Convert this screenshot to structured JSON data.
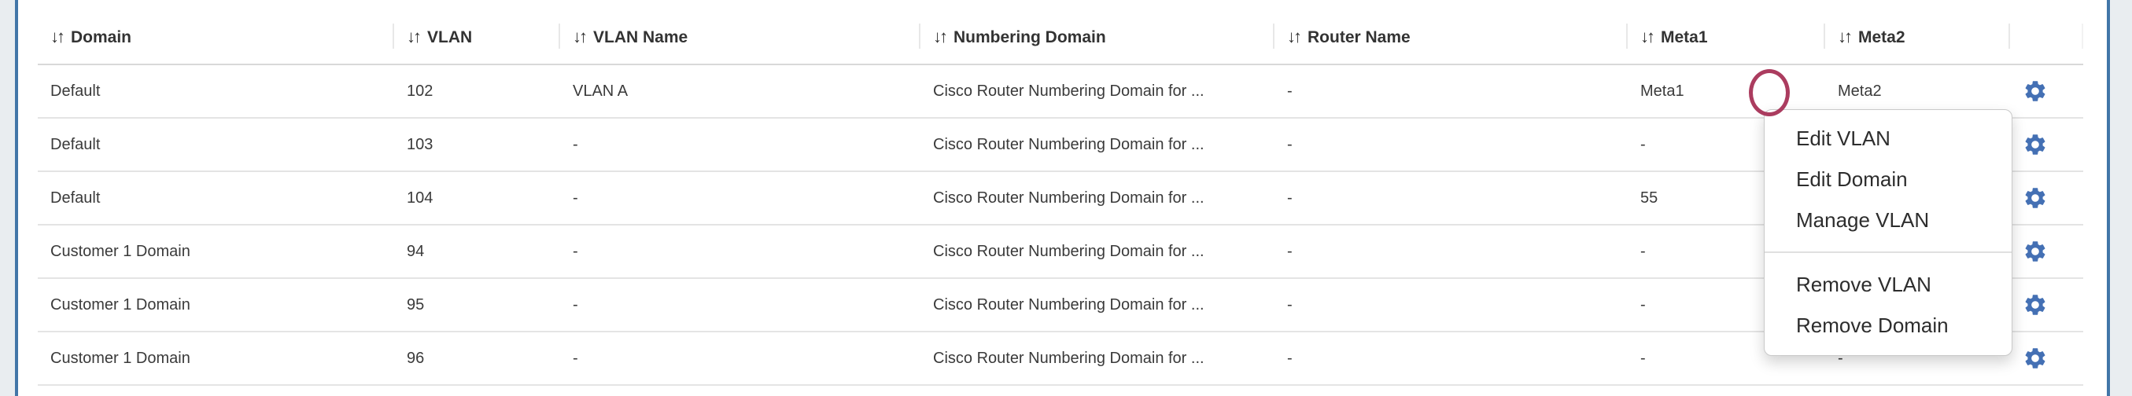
{
  "icons": {
    "sort": "↓↑",
    "gear": "gear-icon"
  },
  "colors": {
    "gear_blue": "#4470b4",
    "panel_border_blue": "#4276a8",
    "annotation_circle_red": "#ab3c5f",
    "header_text": "#333333",
    "row_separator": "#e4e4e4"
  },
  "table": {
    "columns": [
      {
        "label": "Domain"
      },
      {
        "label": "VLAN"
      },
      {
        "label": "VLAN Name"
      },
      {
        "label": "Numbering Domain"
      },
      {
        "label": "Router Name"
      },
      {
        "label": "Meta1"
      },
      {
        "label": "Meta2"
      },
      {
        "label": ""
      }
    ],
    "rows": [
      {
        "domain": "Default",
        "vlan": "102",
        "vlan_name": "VLAN A",
        "numbering_domain": "Cisco Router Numbering Domain for ...",
        "router_name": "-",
        "meta1": "Meta1",
        "meta2": "Meta2"
      },
      {
        "domain": "Default",
        "vlan": "103",
        "vlan_name": "-",
        "numbering_domain": "Cisco Router Numbering Domain for ...",
        "router_name": "-",
        "meta1": "-",
        "meta2": "-"
      },
      {
        "domain": "Default",
        "vlan": "104",
        "vlan_name": "-",
        "numbering_domain": "Cisco Router Numbering Domain for ...",
        "router_name": "-",
        "meta1": "55",
        "meta2": "-"
      },
      {
        "domain": "Customer 1 Domain",
        "vlan": "94",
        "vlan_name": "-",
        "numbering_domain": "Cisco Router Numbering Domain for ...",
        "router_name": "-",
        "meta1": "-",
        "meta2": "-"
      },
      {
        "domain": "Customer 1 Domain",
        "vlan": "95",
        "vlan_name": "-",
        "numbering_domain": "Cisco Router Numbering Domain for ...",
        "router_name": "-",
        "meta1": "-",
        "meta2": "-"
      },
      {
        "domain": "Customer 1 Domain",
        "vlan": "96",
        "vlan_name": "-",
        "numbering_domain": "Cisco Router Numbering Domain for ...",
        "router_name": "-",
        "meta1": "-",
        "meta2": "-"
      }
    ]
  },
  "context_menu": {
    "groups": [
      {
        "items": [
          "Edit VLAN",
          "Edit Domain",
          "Manage VLAN"
        ]
      },
      {
        "items": [
          "Remove VLAN",
          "Remove Domain"
        ]
      }
    ]
  }
}
